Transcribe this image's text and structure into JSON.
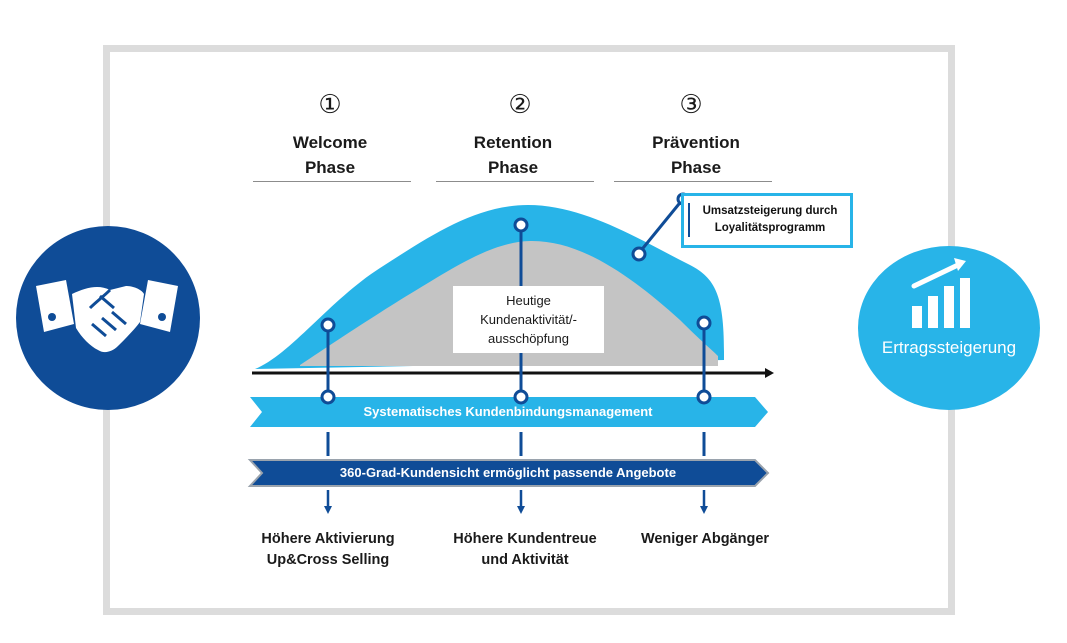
{
  "phases": [
    {
      "number": "①",
      "title_line1": "Welcome",
      "title_line2": "Phase"
    },
    {
      "number": "②",
      "title_line1": "Retention",
      "title_line2": "Phase"
    },
    {
      "number": "③",
      "title_line1": "Prävention",
      "title_line2": "Phase"
    }
  ],
  "curve_callout": {
    "line1": "Umsatzsteigerung durch",
    "line2": "Loyalitätsprogramm"
  },
  "activity_box": {
    "line1": "Heutige",
    "line2": "Kundenaktivität/-",
    "line3": "ausschöpfung"
  },
  "arrows": {
    "top": "Systematisches Kundenbindungsmanagement",
    "bottom": "360-Grad-Kundensicht ermöglicht passende Angebote"
  },
  "outcomes": [
    {
      "line1": "Höhere Aktivierung",
      "line2": "Up&Cross Selling"
    },
    {
      "line1": "Höhere Kundentreue",
      "line2": "und Aktivität"
    },
    {
      "line1": "Weniger Abgänger",
      "line2": ""
    }
  ],
  "right_circle": {
    "label": "Ertragssteigerung"
  },
  "colors": {
    "light_blue": "#28b4e8",
    "dark_blue": "#0f4c97",
    "gray_area": "#c4c4c4",
    "frame": "#dcdcdc"
  },
  "icons": {
    "left_circle": "handshake-icon",
    "right_circle": "growth-chart-icon"
  }
}
